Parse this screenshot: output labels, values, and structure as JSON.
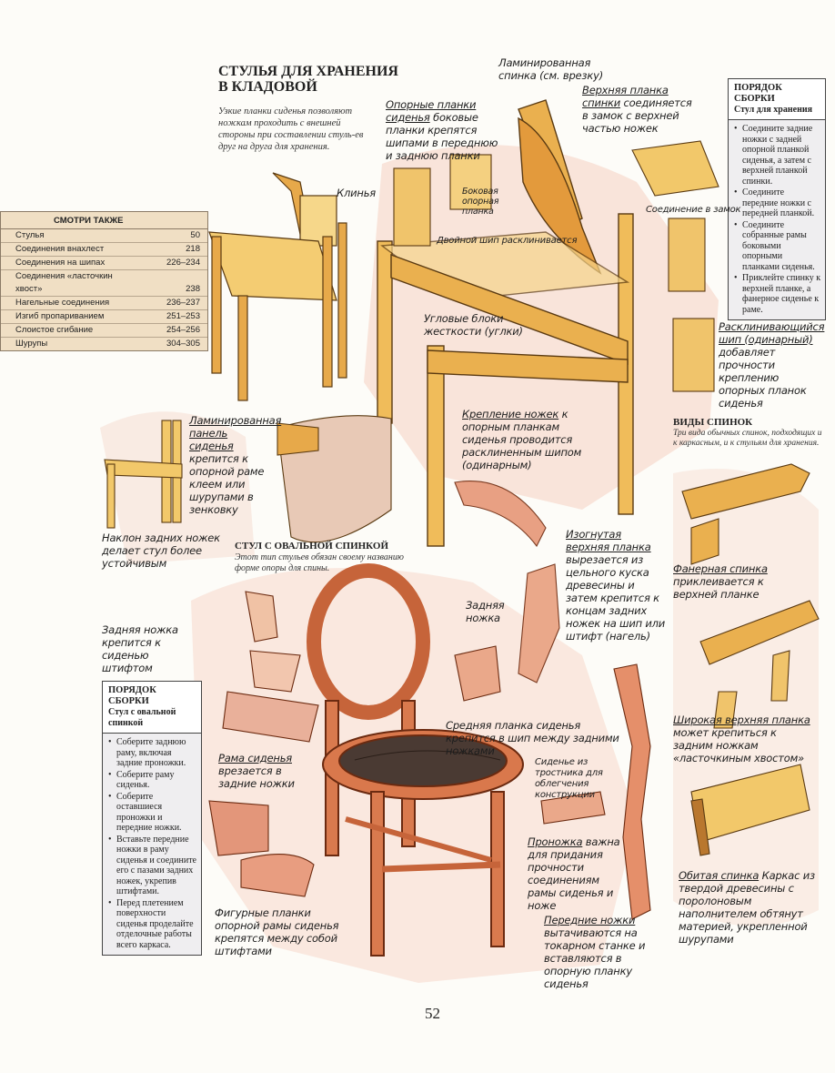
{
  "storage": {
    "title_line1": "СТУЛЬЯ ДЛЯ ХРАНЕНИЯ",
    "title_line2": "В КЛАДОВОЙ",
    "caption": "Узкие планки сиденья позволяют ножкам проходить с внешней стороны при составлении стуль-ев друг на друга для хранения."
  },
  "order1": {
    "h1": "ПОРЯДОК",
    "h2": "СБОРКИ",
    "sub": "Стул для хранения",
    "items": [
      "Соедините задние ножки с задней опорной планкой сиденья, а затем с верхней планкой спинки.",
      "Соедините передние ножки с передней планкой.",
      "Соедините собранные рамы боковыми опорными планками сиденья.",
      "Приклейте спинку к верхней планке, а фанерное сиденье к раме."
    ]
  },
  "see_also": {
    "title": "СМОТРИ ТАКЖЕ",
    "rows": [
      {
        "label": "Стулья",
        "page": "50"
      },
      {
        "label": "Соединения внахлест",
        "page": "218"
      },
      {
        "label": "Соединения на шипах",
        "page": "226–234"
      },
      {
        "label": "Соединения «ласточкин",
        "page": ""
      },
      {
        "label": "хвост»",
        "page": "238"
      },
      {
        "label": "Нагельные соединения",
        "page": "236–237"
      },
      {
        "label": "Изгиб пропариванием",
        "page": "251–253"
      },
      {
        "label": "Слоистое сгибание",
        "page": "254–256"
      },
      {
        "label": "Шурупы",
        "page": "304–305"
      }
    ]
  },
  "labels": {
    "laminated_back": "Ламинированная спинка (см. врезку)",
    "top_rail": "Верхняя планка спинки",
    "top_rail_2": "соединяется в замок с верхней частью ножек",
    "seat_rails": "Опорные планки сиденья",
    "seat_rails_2": "боковые планки крепятся шипами в переднюю и заднюю планки",
    "wedges": "Клинья",
    "side_rail": "Боковая опорная планка",
    "wedged_tenon": "Двойной шип расклинивается",
    "lock_joint": "Соединение в замок",
    "corner_blocks": "Угловые блоки жесткости (углки)",
    "single_tenon": "Расклинивающийся шип (одинарный)",
    "single_tenon_2": "добавляет прочности креплению опорных планок сиденья",
    "legs_fix": "Крепление ножек",
    "legs_fix_2": "к опорным планкам сиденья проводится расклиненным шипом (одинарным)",
    "laminated_panel": "Ламинированная панель сиденья",
    "laminated_panel_2": "крепится к опорной раме клеем или шурупами в зенковку",
    "rear_tilt": "Наклон задних ножек делает стул более устойчивым",
    "curved_top": "Изогнутая верхняя планка",
    "curved_top_2": "вырезается из цельного куска древесины и затем крепится к концам задних ножек на шип или штифт (нагель)",
    "rear_leg_pin": "Задняя ножка крепится к сиденью штифтом",
    "rear_leg": "Задняя ножка",
    "mid_rail": "Средняя планка сиденья крепится в шип между задними ножками",
    "cane_seat": "Сиденье из тростника для облегчения конструкции",
    "seat_frame": "Рама сиденья",
    "seat_frame_2": "врезается в задние ножки",
    "stretcher": "Проножка",
    "stretcher_2": "важна для придания прочности соединениям рамы сиденья и ноже",
    "shaped_rails": "Фигурные планки опорной рамы сиденья крепятся между собой штифтами",
    "front_legs": "Передние ножки",
    "front_legs_2": "вытачиваются на токарном станке и вставляются в опорную планку сиденья",
    "plywood_back": "Фанерная спинка",
    "plywood_back_2": "приклеивается к верхней планке",
    "wide_top": "Широкая верхняя планка",
    "wide_top_2": "может крепиться к задним ножкам «ласточкиным хвостом»",
    "upholstered": "Обитая спинка",
    "upholstered_2": "Каркас из твердой древесины с поролоновым наполнителем обтянут материей, укрепленной шурупами"
  },
  "oval": {
    "title": "СТУЛ С ОВАЛЬНОЙ СПИНКОЙ",
    "caption": "Этот тип стульев обязан своему названию форме опоры для спины."
  },
  "backs": {
    "title": "ВИДЫ СПИНОК",
    "caption": "Три вида обычных спинок, подходящих и к каркасным, и к стульям для хранения."
  },
  "order2": {
    "h1": "ПОРЯДОК",
    "h2": "СБОРКИ",
    "sub": "Стул с овальной спинкой",
    "items": [
      "Соберите заднюю раму, включая задние проножки.",
      "Соберите раму сиденья.",
      "Соберите оставшиеся проножки и передние ножки.",
      "Вставьте передние ножки в раму сиденья и соедините его с пазами задних ножек, укрепив штифтами.",
      "Перед плетением поверхности сиденья проделайте отделочные работы всего каркаса."
    ]
  },
  "page_number": "52",
  "colors": {
    "wood_light": "#f2c86a",
    "wood_mid": "#e7a94a",
    "wood_dark": "#b9772e",
    "oval_wood": "#e0895e",
    "wash_pink": "#f6d9cf"
  }
}
